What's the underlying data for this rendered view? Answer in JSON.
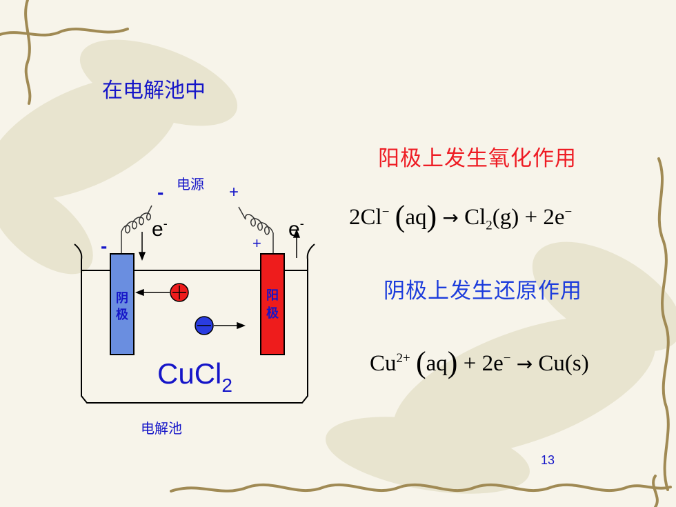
{
  "slide": {
    "title": "在电解池中",
    "page_number": "13"
  },
  "diagram": {
    "power_label": "电源",
    "power_minus": "-",
    "power_plus": "+",
    "left_electrode_sign": "-",
    "right_electrode_sign": "+",
    "electron_left": "e",
    "electron_left_sup": "-",
    "electron_right": "e",
    "electron_right_sup": "-",
    "cathode_label_1": "阴",
    "cathode_label_2": "极",
    "anode_label_1": "阳",
    "anode_label_2": "极",
    "electrolyte": "CuCl",
    "electrolyte_sub": "2",
    "cell_label": "电解池",
    "colors": {
      "cathode": "#6a8ee0",
      "anode": "#ee1c1c",
      "cation": "#ee1c1c",
      "anion": "#2a3ce0",
      "labels": "#1515c8"
    }
  },
  "anode_section": {
    "heading": "阳极上发生氧化作用",
    "equation": {
      "p1": "2Cl",
      "p1_sup": "−",
      "lparen": "(",
      "state1": "aq",
      "rparen": ")",
      "arrow": "→",
      "p2": "Cl",
      "p2_sub": "2",
      "p3": "(g) + 2e",
      "p3_sup": "−"
    }
  },
  "cathode_section": {
    "heading": "阴极上发生还原作用",
    "equation": {
      "p1": "Cu",
      "p1_sup": "2+",
      "lparen": "(",
      "state1": "aq",
      "rparen": ")",
      "p2": " + 2e",
      "p2_sup": "−",
      "arrow": "→",
      "p3": "Cu(s)"
    }
  }
}
